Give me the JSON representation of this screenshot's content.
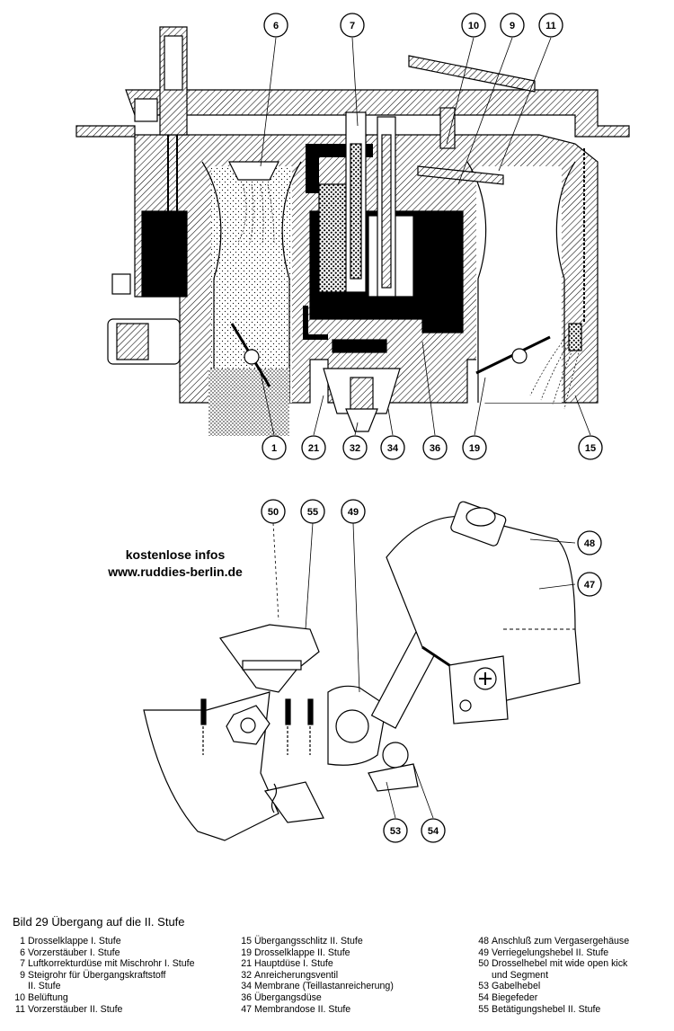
{
  "watermark": {
    "line1": "kostenlose infos",
    "line2": "www.ruddies-berlin.de"
  },
  "caption": {
    "title": "Bild 29 Übergang auf die II. Stufe"
  },
  "callouts": [
    "6",
    "7",
    "10",
    "9",
    "11",
    "1",
    "21",
    "32",
    "34",
    "36",
    "19",
    "15",
    "50",
    "55",
    "49",
    "48",
    "47",
    "53",
    "54"
  ],
  "legend": {
    "col1": [
      {
        "num": "1",
        "label": "Drosselklappe I. Stufe"
      },
      {
        "num": "6",
        "label": "Vorzerstäuber I. Stufe"
      },
      {
        "num": "7",
        "label": "Luftkorrekturdüse mit Mischrohr I. Stufe"
      },
      {
        "num": "9",
        "label": "Steigrohr für Übergangskraftstoff"
      },
      {
        "num": "",
        "label": "II. Stufe"
      },
      {
        "num": "10",
        "label": "Belüftung"
      },
      {
        "num": "11",
        "label": "Vorzerstäuber II. Stufe"
      }
    ],
    "col2": [
      {
        "num": "15",
        "label": "Übergangsschlitz II. Stufe"
      },
      {
        "num": "19",
        "label": "Drosselklappe II. Stufe"
      },
      {
        "num": "21",
        "label": "Hauptdüse I. Stufe"
      },
      {
        "num": "32",
        "label": "Anreicherungsventil"
      },
      {
        "num": "34",
        "label": "Membrane (Teillastanreicherung)"
      },
      {
        "num": "36",
        "label": "Übergangsdüse"
      },
      {
        "num": "47",
        "label": "Membrandose II. Stufe"
      }
    ],
    "col3": [
      {
        "num": "48",
        "label": "Anschluß zum Vergasergehäuse"
      },
      {
        "num": "49",
        "label": "Verriegelungshebel II. Stufe"
      },
      {
        "num": "50",
        "label": "Drosselhebel mit wide open kick"
      },
      {
        "num": "",
        "label": "und Segment"
      },
      {
        "num": "53",
        "label": "Gabelhebel"
      },
      {
        "num": "54",
        "label": "Biegefeder"
      },
      {
        "num": "55",
        "label": "Betätigungshebel II. Stufe"
      }
    ]
  },
  "colors": {
    "ink": "#000000",
    "paper": "#ffffff",
    "fill_grey": "#bdbdbd"
  }
}
